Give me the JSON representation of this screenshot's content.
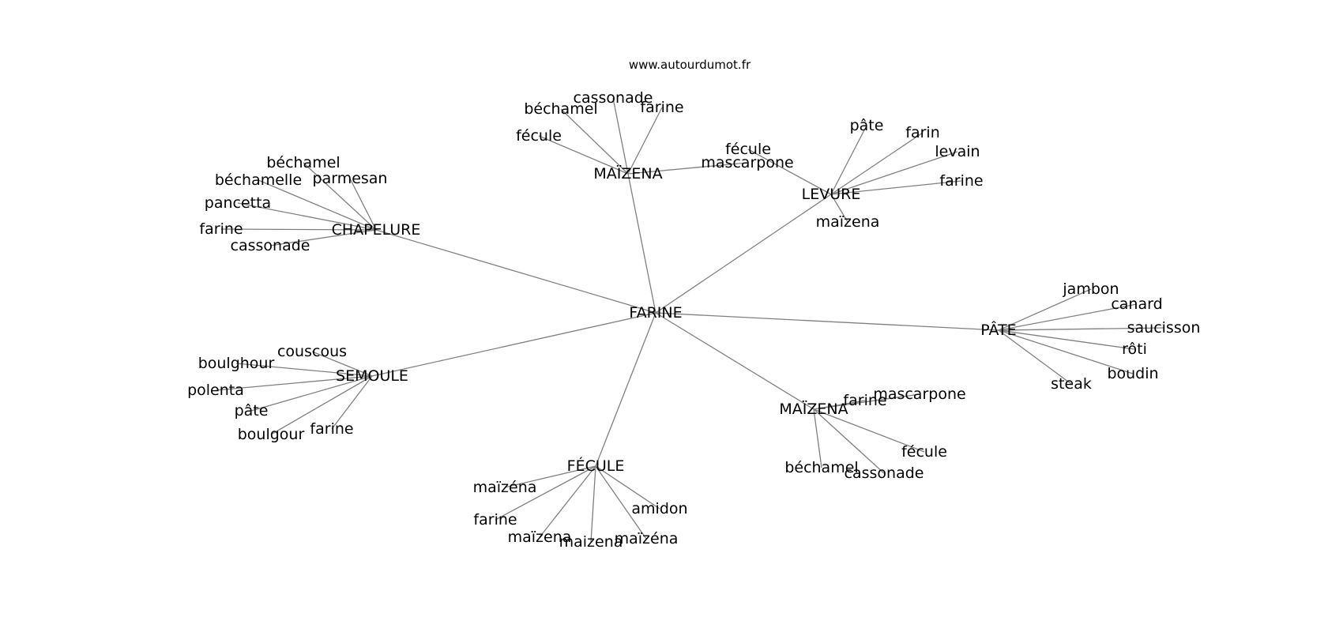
{
  "source": "www.autourdumot.fr",
  "graph": {
    "center": "FARINE",
    "hubs": [
      {
        "label": "MAÏZENA",
        "neighbors": [
          "fécule",
          "béchamel",
          "cassonade",
          "farine",
          "mascarpone"
        ]
      },
      {
        "label": "LEVURE",
        "neighbors": [
          "fécule",
          "pâte",
          "farin",
          "levain",
          "farine",
          "maïzena"
        ]
      },
      {
        "label": "CHAPELURE",
        "neighbors": [
          "béchamel",
          "béchamelle",
          "parmesan",
          "pancetta",
          "farine",
          "cassonade"
        ]
      },
      {
        "label": "PÂTE",
        "neighbors": [
          "jambon",
          "canard",
          "saucisson",
          "rôti",
          "boudin",
          "steak"
        ]
      },
      {
        "label": "SEMOULE",
        "neighbors": [
          "couscous",
          "boulghour",
          "polenta",
          "pâte",
          "boulgour",
          "farine"
        ]
      },
      {
        "label": "FÉCULE",
        "neighbors": [
          "maïzéna",
          "farine",
          "maïzena",
          "maizena",
          "maïzéna",
          "amidon"
        ]
      },
      {
        "label": "MAÏZENA",
        "neighbors": [
          "farine",
          "mascarpone",
          "fécule",
          "béchamel",
          "cassonade"
        ]
      }
    ]
  }
}
